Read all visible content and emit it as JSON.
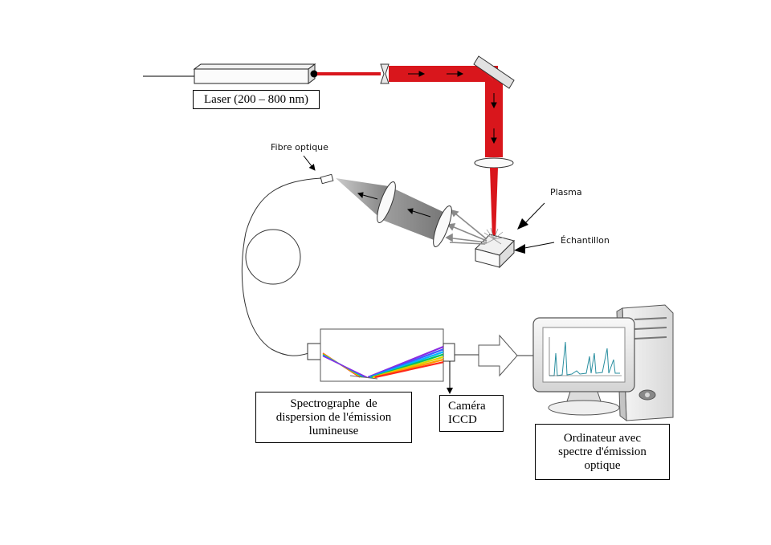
{
  "labels": {
    "laser": "Laser (200 – 800 nm)",
    "fibre": "Fibre optique",
    "plasma": "Plasma",
    "sample": "Échantillon",
    "spectrograph_line1": "Spectrographe  de",
    "spectrograph_line2": "dispersion de l'émission",
    "spectrograph_line3": "lumineuse",
    "camera_line1": "Caméra",
    "camera_line2": "ICCD",
    "computer_line1": "Ordinateur avec",
    "computer_line2": "spectre d'émission",
    "computer_line3": "optique"
  },
  "colors": {
    "laser_beam": "#d9161c",
    "collection_cone": "#8e8e8e",
    "rainbow": [
      "#8a2be2",
      "#3c5bff",
      "#00b4ff",
      "#00c060",
      "#d6d600",
      "#ff9a00",
      "#ff2a1a"
    ],
    "monitor_plot": "#2a8fa0"
  }
}
